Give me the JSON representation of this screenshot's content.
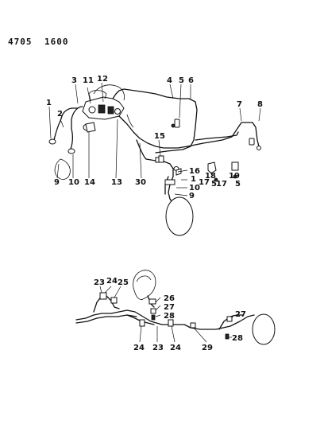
{
  "header": {
    "code_left": "4705",
    "code_right": "1600"
  },
  "callouts": {
    "c1a": "1",
    "c2": "2",
    "c3": "3",
    "c11": "11",
    "c12": "12",
    "c4": "4",
    "c5a": "5",
    "c6": "6",
    "c7": "7",
    "c8": "8",
    "c9a": "9",
    "c10a": "10",
    "c14": "14",
    "c13": "13",
    "c30": "30",
    "c15": "15",
    "c16": "16",
    "c1b": "1",
    "c17a": "17",
    "c10b": "10",
    "c9b": "9",
    "c18": "18",
    "c5b": "5",
    "c17b": "17",
    "c19": "19",
    "c5c": "5",
    "c23a": "23",
    "c24a": "24",
    "c25": "25",
    "c26": "26",
    "c27a": "27",
    "c28a": "28",
    "c27b": "27",
    "c28b": "28",
    "c24b": "24",
    "c23b": "23",
    "c24c": "24",
    "c29": "29"
  }
}
